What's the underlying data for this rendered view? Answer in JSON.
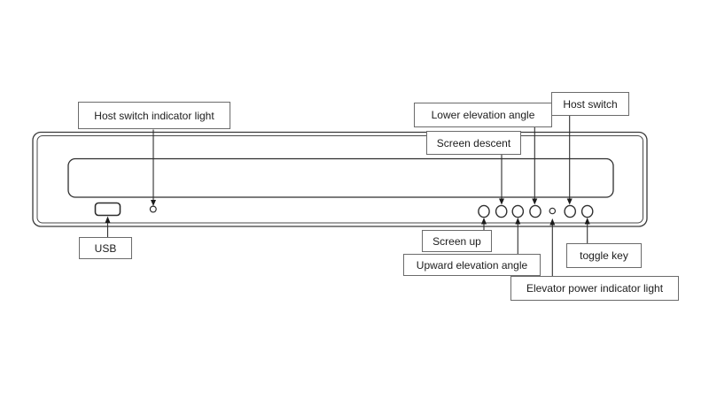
{
  "diagram": {
    "labels": {
      "host_switch_indicator_light": "Host switch indicator light",
      "usb": "USB",
      "lower_elevation_angle": "Lower elevation angle",
      "screen_descent": "Screen descent",
      "host_switch": "Host switch",
      "screen_up": "Screen up",
      "upward_elevation_angle": "Upward elevation angle",
      "toggle_key": "toggle key",
      "elevator_power_indicator_light": "Elevator power indicator light"
    },
    "colors": {
      "background": "#ffffff",
      "outline": "#3a3a3a",
      "callout_border": "#6b6b6b",
      "text": "#1c1c1c"
    }
  }
}
